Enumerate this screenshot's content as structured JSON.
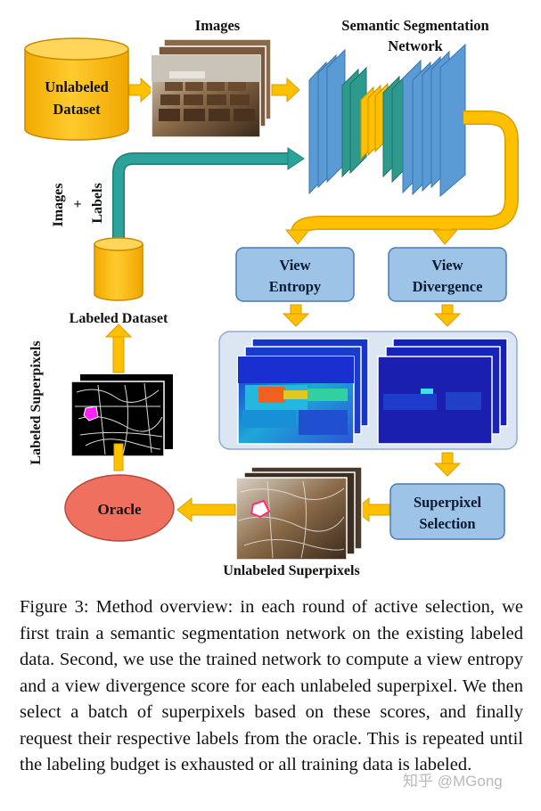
{
  "diagram": {
    "unlabeled_dataset": [
      "Unlabeled",
      "Dataset"
    ],
    "images_label": "Images",
    "network_label": [
      "Semantic Segmentation",
      "Network"
    ],
    "images_plus_labels": [
      "Images",
      "+",
      "Labels"
    ],
    "labeled_dataset": "Labeled Dataset",
    "labeled_superpixels": "Labeled Superpixels",
    "view_entropy": [
      "View",
      "Entropy"
    ],
    "view_divergence": [
      "View",
      "Divergence"
    ],
    "superpixel_selection": [
      "Superpixel",
      "Selection"
    ],
    "oracle": "Oracle",
    "unlabeled_superpixels": "Unlabeled Superpixels"
  },
  "caption": "Figure 3: Method overview: in each round of active selection, we first train a semantic segmentation network on the existing labeled data. Second, we use the trained network to compute a view entropy and a view divergence score for each unlabeled superpixel. We then select a batch of superpixels based on these scores, and finally request their respective labels from the oracle. This is repeated until the labeling budget is exhausted or all training data is labeled.",
  "watermark": "知乎 @MGong",
  "colors": {
    "cylinder": "#ffc21a",
    "arrow": "#ffc000",
    "teal_arrow": "#2ba39a",
    "process_box": "#9dc3e6",
    "process_border": "#4a7ab0",
    "panel": "#dce6f2",
    "oracle": "#f07060",
    "layer_blue": "#5b9bd5",
    "layer_teal": "#2e9a8e",
    "layer_yellow": "#ffc000"
  }
}
